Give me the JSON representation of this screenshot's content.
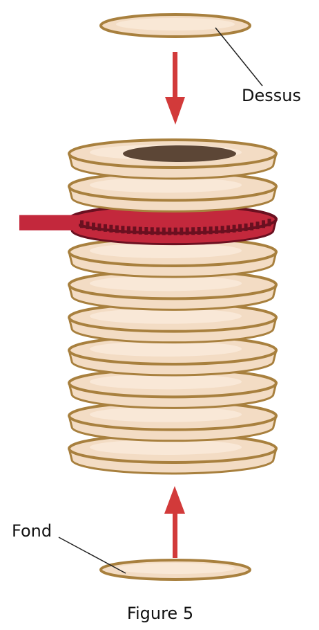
{
  "labels": {
    "top_disc": "Dessus",
    "bottom_disc": "Fond",
    "caption": "Figure 5"
  },
  "colors": {
    "disc_fill": "#f3dcc4",
    "disc_rim": "#a8803e",
    "disc_highlight": "#fbecde",
    "inner_dark": "#5c4636",
    "band_red": "#c3283c",
    "band_dark": "#6a1020",
    "arrow_red": "#d23a3a"
  },
  "diagram": {
    "stack_rings": 10,
    "highlighted_ring": 2,
    "arrows": [
      {
        "from": "top_disc",
        "to": "stack",
        "direction": "down"
      },
      {
        "from": "bottom_disc",
        "to": "stack",
        "direction": "up"
      }
    ]
  }
}
